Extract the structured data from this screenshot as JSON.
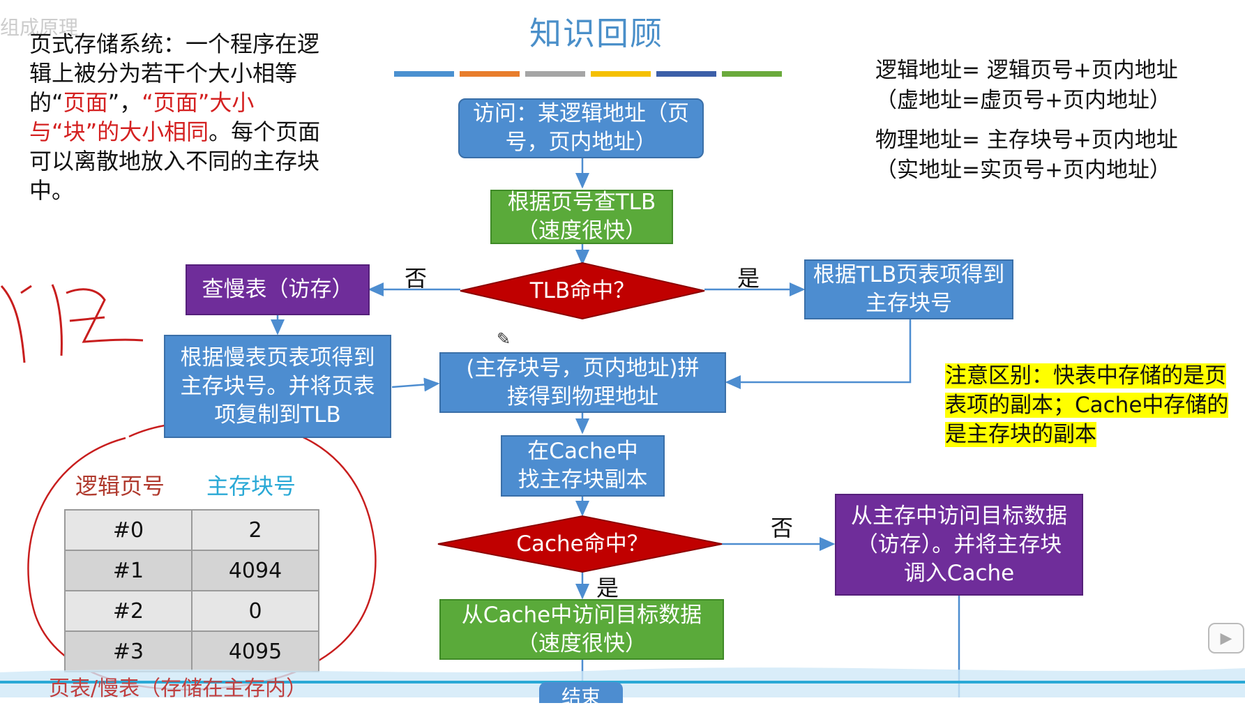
{
  "watermark": "组成原理",
  "title": "知识回顾",
  "title_bar_colors": [
    "#4a90d0",
    "#e87d2c",
    "#a5a5a5",
    "#f5c000",
    "#3c5fa8",
    "#6aaa3c"
  ],
  "intro": {
    "p1": "页式存储系统：一个程序在逻辑上被分为若干个大小相等的“",
    "r1": "页面",
    "p2": "”，",
    "r2": "“页面”大小与“块”的大小相同",
    "p3": "。每个页面可以离散地放入不同的主存块中。"
  },
  "address": {
    "line1": "逻辑地址= 逻辑页号+页内地址",
    "line2": "（虚地址=虚页号+页内地址）",
    "line3": "物理地址= 主存块号+页内地址",
    "line4": "（实地址=实页号+页内地址）"
  },
  "flow": {
    "access": "访问：某逻辑地址（页号，页内地址）",
    "tlb_lookup": "根据页号查TLB（速度很快）",
    "tlb_hit": "TLB命中？",
    "no1": "否",
    "yes1": "是",
    "slow_table": "查慢表（访存）",
    "tlb_entry": "根据TLB页表项得到主存块号",
    "slow_entry": "根据慢表页表项得到主存块号。并将页表项复制到TLB",
    "concat": "(主存块号，页内地址)拼接得到物理地址",
    "cache_find": "在Cache中找主存块副本",
    "cache_hit": "Cache命中？",
    "no2": "否",
    "yes2": "是",
    "cache_access": "从Cache中访问目标数据（速度很快）",
    "mem_access": "从主存中访问目标数据（访存）。并将主存块调入Cache",
    "end": "结束"
  },
  "note": "注意区别：快表中存储的是页表项的副本；Cache中存储的是主存块的副本",
  "page_table": {
    "header_logical": "逻辑页号",
    "header_block": "主存块号",
    "rows": [
      {
        "page": "#0",
        "block": "2"
      },
      {
        "page": "#1",
        "block": "4094"
      },
      {
        "page": "#2",
        "block": "0"
      },
      {
        "page": "#3",
        "block": "4095"
      }
    ],
    "caption": "页表/慢表（存储在主存内）"
  },
  "handwriting": "计组"
}
